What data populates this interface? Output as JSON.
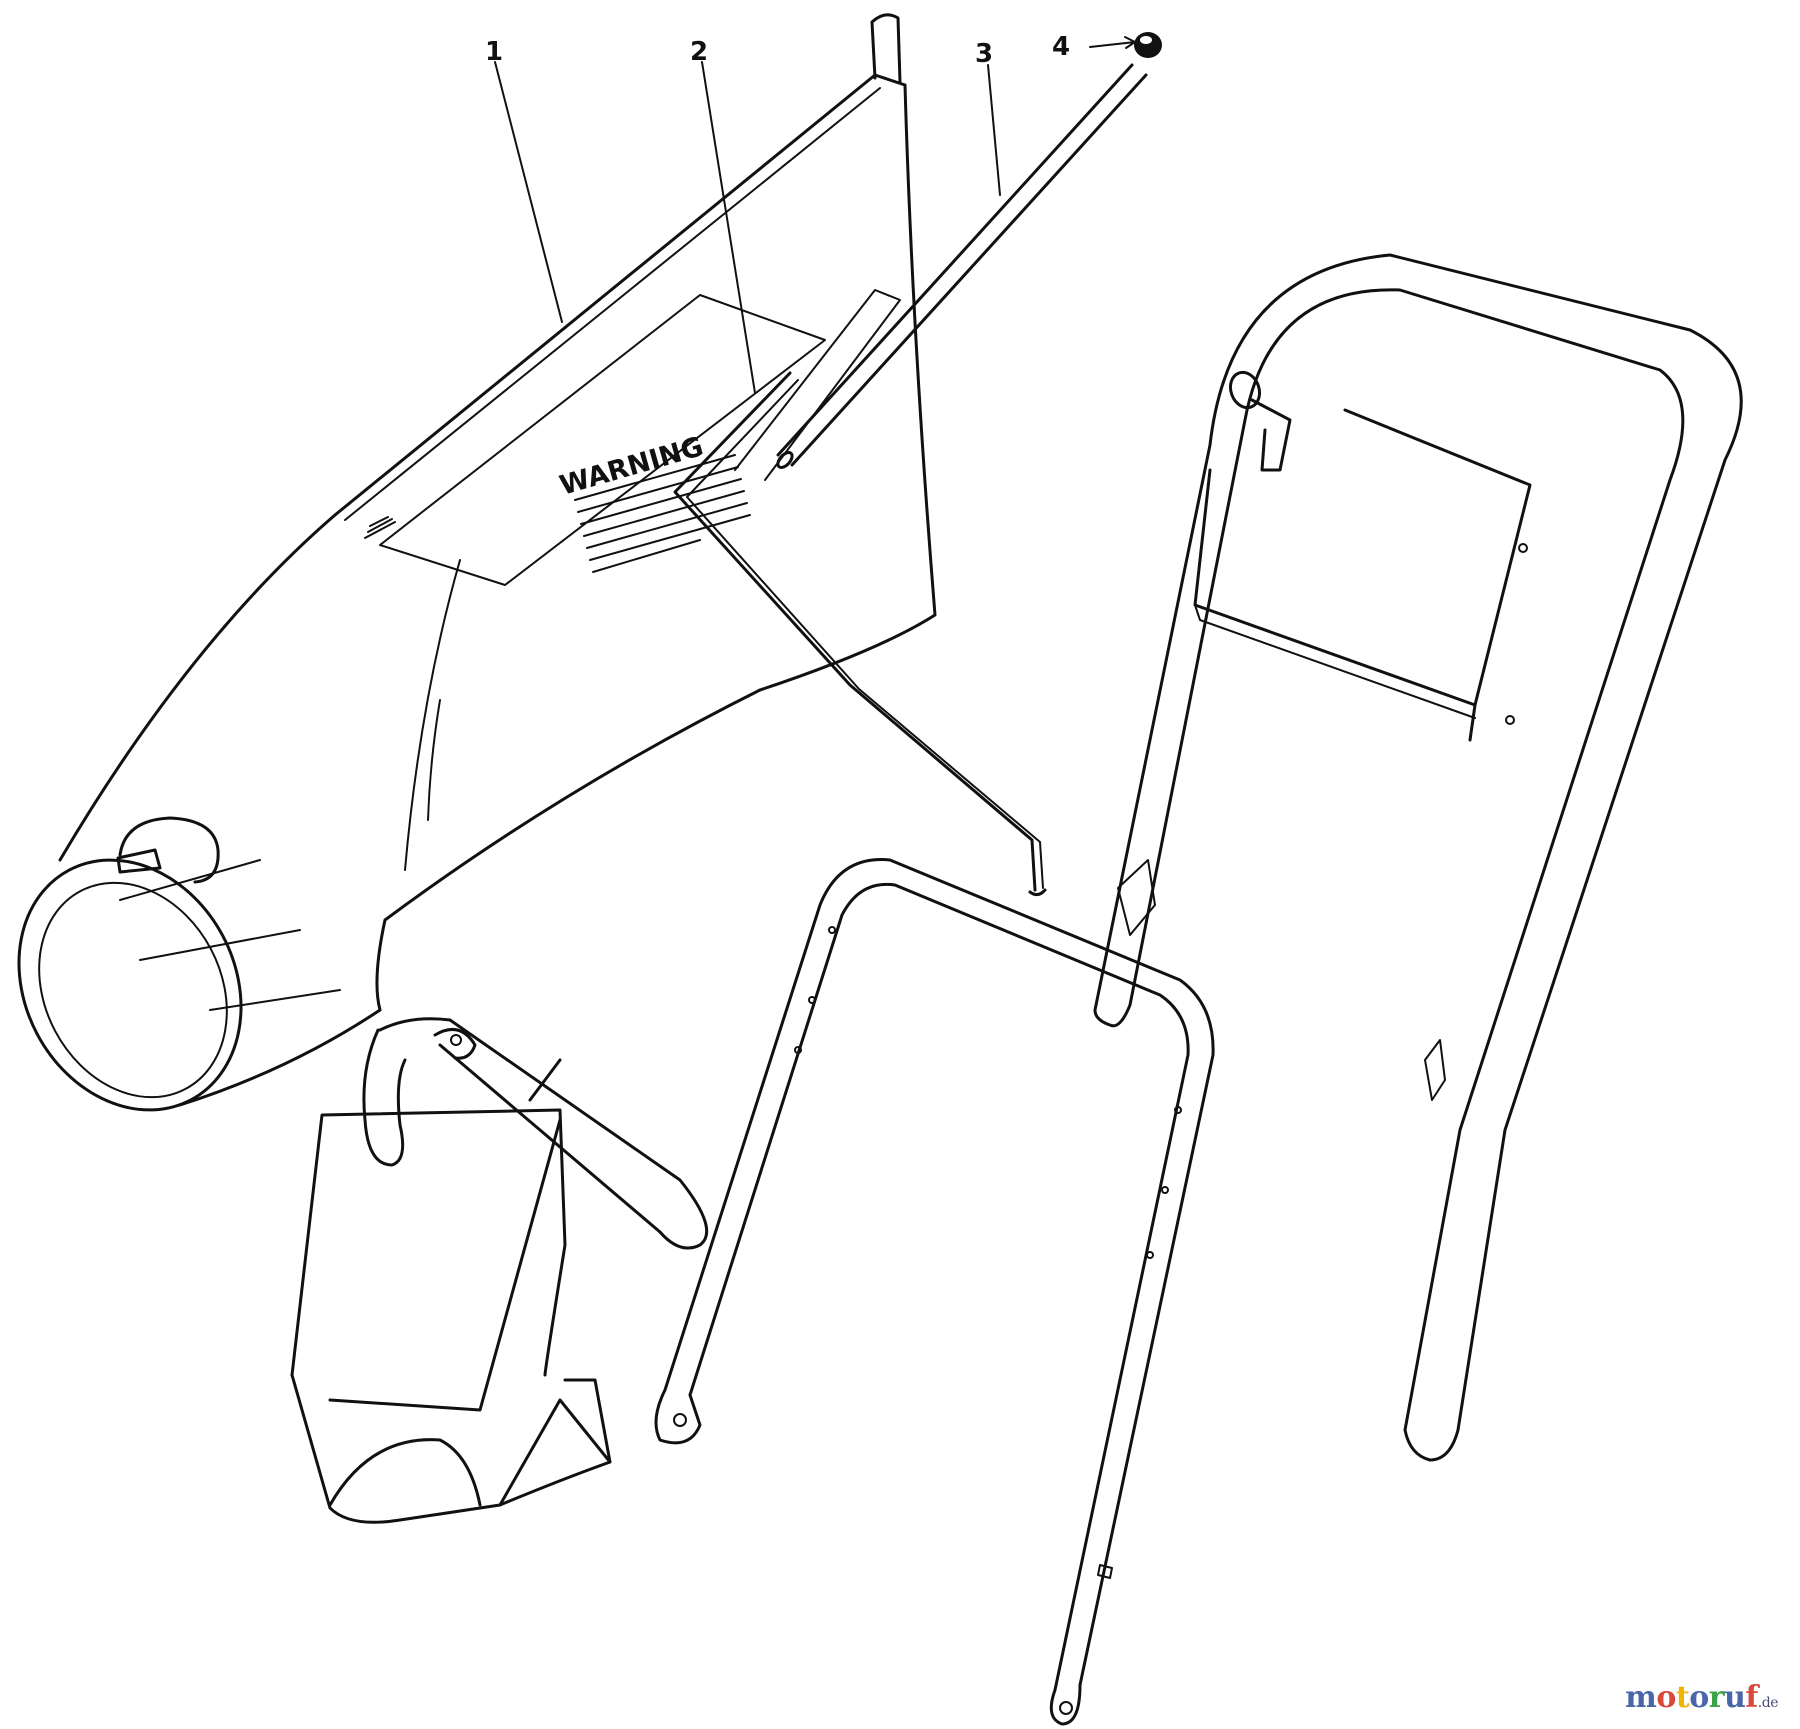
{
  "callouts": [
    {
      "number": "1",
      "part": "grass bag"
    },
    {
      "number": "2",
      "part": "bag frame rod"
    },
    {
      "number": "3",
      "part": "rod"
    },
    {
      "number": "4",
      "part": "cap"
    }
  ],
  "bag_label": "WARNING",
  "watermark": {
    "text": "motoruf",
    "tld": ".de",
    "colors": [
      "#4b66a8",
      "#d9483b",
      "#f2b400",
      "#4b66a8",
      "#3aa34a",
      "#4b66a8",
      "#d9483b"
    ]
  }
}
